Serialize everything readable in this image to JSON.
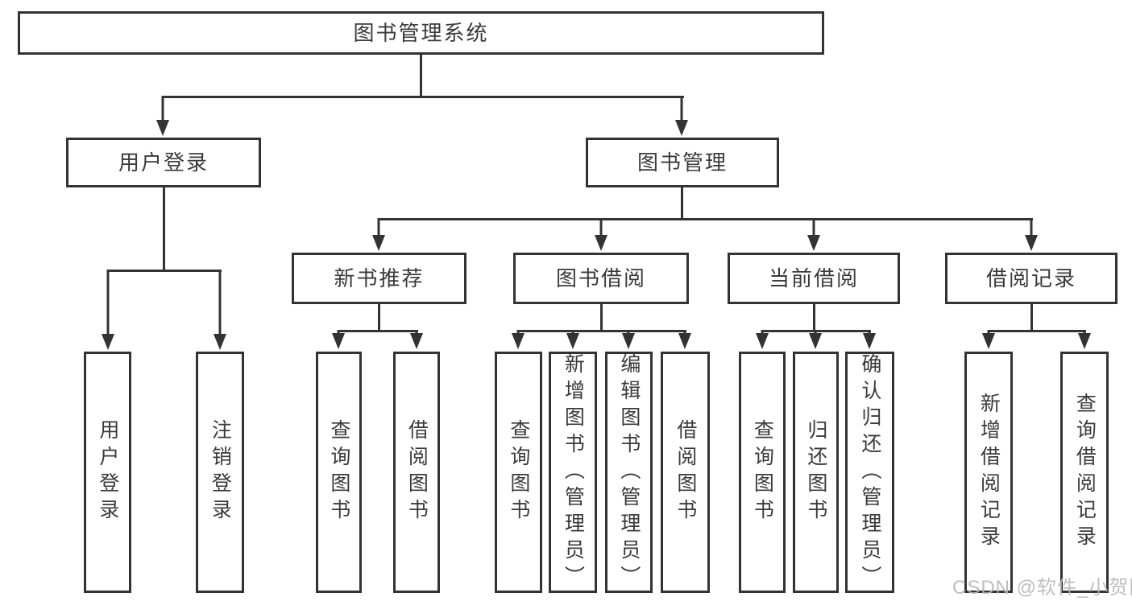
{
  "page": {
    "background_color": "#ffffff",
    "line_color": "#333333",
    "text_color": "#3a3a3a"
  },
  "diagram": {
    "title": "图书管理系统",
    "nodes": {
      "root": {
        "label": "图书管理系统"
      },
      "user_login": {
        "label": "用户登录"
      },
      "book_management": {
        "label": "图书管理"
      },
      "new_book_recommend": {
        "label": "新书推荐"
      },
      "book_borrow": {
        "label": "图书借阅"
      },
      "current_borrow": {
        "label": "当前借阅"
      },
      "borrow_records": {
        "label": "借阅记录"
      },
      "leaf_user_login": {
        "label": "用户登录"
      },
      "leaf_logout": {
        "label": "注销登录"
      },
      "leaf_query_book_1": {
        "label": "查询图书"
      },
      "leaf_borrow_book_1": {
        "label": "借阅图书"
      },
      "leaf_query_book_2": {
        "label": "查询图书"
      },
      "leaf_add_book": {
        "label": "新增图书（管理员）"
      },
      "leaf_edit_book": {
        "label": "编辑图书（管理员）"
      },
      "leaf_borrow_book_2": {
        "label": "借阅图书"
      },
      "leaf_query_book_3": {
        "label": "查询图书"
      },
      "leaf_return_book": {
        "label": "归还图书"
      },
      "leaf_confirm_return": {
        "label": "确认归还（管理员）"
      },
      "leaf_add_borrow_record": {
        "label": "新增借阅记录"
      },
      "leaf_query_borrow_record": {
        "label": "查询借阅记录"
      }
    },
    "hierarchy": {
      "root": [
        "user_login",
        "book_management"
      ],
      "user_login": [
        "leaf_user_login",
        "leaf_logout"
      ],
      "book_management": [
        "new_book_recommend",
        "book_borrow",
        "current_borrow",
        "borrow_records"
      ],
      "new_book_recommend": [
        "leaf_query_book_1",
        "leaf_borrow_book_1"
      ],
      "book_borrow": [
        "leaf_query_book_2",
        "leaf_add_book",
        "leaf_edit_book",
        "leaf_borrow_book_2"
      ],
      "current_borrow": [
        "leaf_query_book_3",
        "leaf_return_book",
        "leaf_confirm_return"
      ],
      "borrow_records": [
        "leaf_add_borrow_record",
        "leaf_query_borrow_record"
      ]
    }
  },
  "watermark": {
    "text": "CSDN @软件_小贺同学",
    "color": "#b8b8b8"
  }
}
